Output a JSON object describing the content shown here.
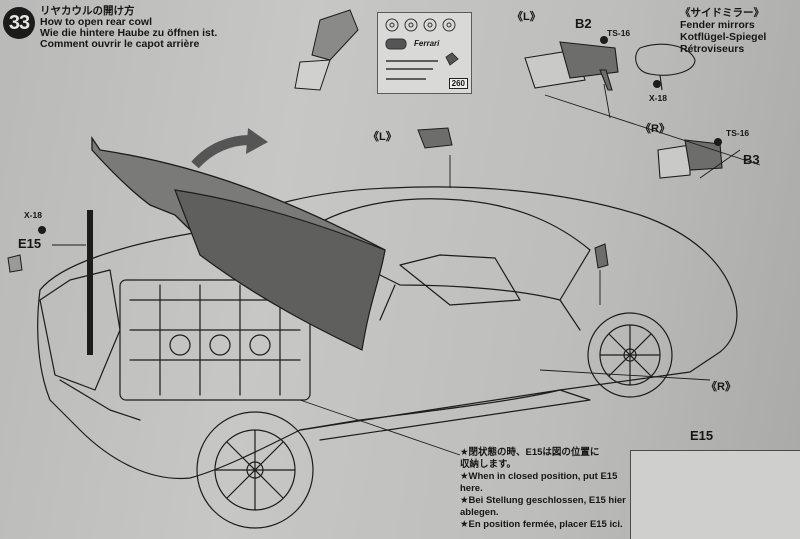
{
  "step": {
    "number": "33"
  },
  "title": {
    "ja": "リヤカウルの開け方",
    "en": "How to open rear cowl",
    "de": "Wie die hintere Haube zu öffnen ist.",
    "fr": "Comment ouvrir le capot arrière"
  },
  "mirrors": {
    "ja": "《サイドミラー》",
    "en": "Fender mirrors",
    "de": "Kotflügel-Spiegel",
    "fr": "Rétroviseurs"
  },
  "labels": {
    "left_top": "《L》",
    "left_mid": "《L》",
    "right_top": "《R》",
    "right_bottom": "《R》",
    "b2": "B2",
    "b3": "B3",
    "ts16_a": "TS-16",
    "ts16_b": "TS-16",
    "x18_a": "X-18",
    "x18_b": "X-18",
    "e15": "E15",
    "inset_e15": "E15"
  },
  "decal": {
    "number": "260",
    "brand": "Ferrari"
  },
  "note": {
    "ja_1": "★閉状態の時、E15は図の位置に",
    "ja_2": "収納します。",
    "en": "★When in closed position, put E15 here.",
    "de": "★Bei Stellung geschlossen, E15 hier ablegen.",
    "fr": "★En position fermée, placer E15 ici."
  }
}
